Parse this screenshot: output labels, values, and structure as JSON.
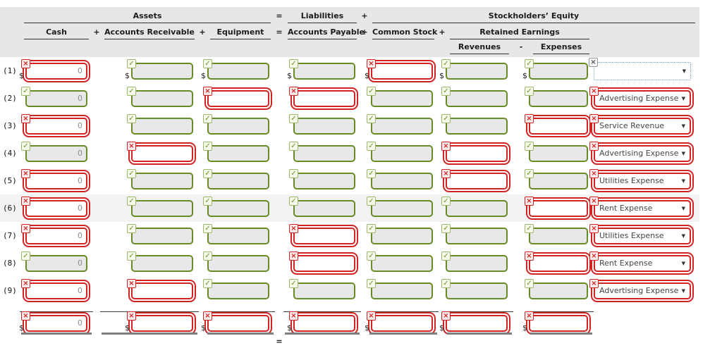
{
  "colors": {
    "incorrect_red": "#d32222",
    "correct_green": "#678c23",
    "disabled_fill": "#e8e8ea",
    "header_bg": "#e7e7e7",
    "row_stripe": "#f3f3f3",
    "total_rule": "#7f7f7f",
    "empty_select_blue": "#6b9fd4"
  },
  "icons": {
    "check": "✓",
    "x": "×",
    "caret": "▼",
    "dollar": "$"
  },
  "header": {
    "assets": "Assets",
    "equals": "=",
    "liabilities": "Liabilities",
    "plus": "+",
    "minus": "-",
    "stockholders_equity": "Stockholders’ Equity",
    "cash": "Cash",
    "accounts_receivable": "Accounts Receivable",
    "equipment": "Equipment",
    "accounts_payable": "Accounts Payable",
    "common_stock": "Common Stock",
    "retained_earnings": "Retained Earnings",
    "revenues": "Revenues",
    "expenses": "Expenses"
  },
  "columns": [
    "cash",
    "accounts-receivable",
    "equipment",
    "accounts-payable",
    "common-stock",
    "revenues",
    "expenses"
  ],
  "rows": [
    {
      "label": "(1)",
      "dollar": true,
      "striped": false,
      "cells": [
        {
          "status": "incorrect",
          "value": "0"
        },
        {
          "status": "correct",
          "value": ""
        },
        {
          "status": "correct",
          "value": ""
        },
        {
          "status": "correct",
          "value": ""
        },
        {
          "status": "incorrect",
          "value": ""
        },
        {
          "status": "correct",
          "value": ""
        },
        {
          "status": "correct",
          "value": ""
        }
      ],
      "dropdown": {
        "status": "empty",
        "value": ""
      }
    },
    {
      "label": "(2)",
      "dollar": false,
      "striped": false,
      "cells": [
        {
          "status": "correct",
          "value": "0"
        },
        {
          "status": "correct",
          "value": ""
        },
        {
          "status": "incorrect",
          "value": ""
        },
        {
          "status": "incorrect",
          "value": ""
        },
        {
          "status": "correct",
          "value": ""
        },
        {
          "status": "correct",
          "value": ""
        },
        {
          "status": "correct",
          "value": ""
        }
      ],
      "dropdown": {
        "status": "incorrect",
        "value": "Advertising Expense"
      }
    },
    {
      "label": "(3)",
      "dollar": false,
      "striped": false,
      "cells": [
        {
          "status": "incorrect",
          "value": "0"
        },
        {
          "status": "correct",
          "value": ""
        },
        {
          "status": "correct",
          "value": ""
        },
        {
          "status": "correct",
          "value": ""
        },
        {
          "status": "correct",
          "value": ""
        },
        {
          "status": "correct",
          "value": ""
        },
        {
          "status": "incorrect",
          "value": ""
        }
      ],
      "dropdown": {
        "status": "incorrect",
        "value": "Service Revenue"
      }
    },
    {
      "label": "(4)",
      "dollar": false,
      "striped": false,
      "cells": [
        {
          "status": "correct",
          "value": "0"
        },
        {
          "status": "incorrect",
          "value": ""
        },
        {
          "status": "correct",
          "value": ""
        },
        {
          "status": "correct",
          "value": ""
        },
        {
          "status": "correct",
          "value": ""
        },
        {
          "status": "incorrect",
          "value": ""
        },
        {
          "status": "correct",
          "value": ""
        }
      ],
      "dropdown": {
        "status": "incorrect",
        "value": "Advertising Expense"
      }
    },
    {
      "label": "(5)",
      "dollar": false,
      "striped": false,
      "cells": [
        {
          "status": "incorrect",
          "value": "0"
        },
        {
          "status": "correct",
          "value": ""
        },
        {
          "status": "correct",
          "value": ""
        },
        {
          "status": "correct",
          "value": ""
        },
        {
          "status": "correct",
          "value": ""
        },
        {
          "status": "incorrect",
          "value": ""
        },
        {
          "status": "correct",
          "value": ""
        }
      ],
      "dropdown": {
        "status": "incorrect",
        "value": "Utilities Expense"
      }
    },
    {
      "label": "(6)",
      "dollar": false,
      "striped": true,
      "cells": [
        {
          "status": "incorrect",
          "value": "0"
        },
        {
          "status": "correct",
          "value": ""
        },
        {
          "status": "correct",
          "value": ""
        },
        {
          "status": "correct",
          "value": ""
        },
        {
          "status": "correct",
          "value": ""
        },
        {
          "status": "correct",
          "value": ""
        },
        {
          "status": "incorrect",
          "value": ""
        }
      ],
      "dropdown": {
        "status": "incorrect",
        "value": "Rent Expense"
      }
    },
    {
      "label": "(7)",
      "dollar": false,
      "striped": false,
      "cells": [
        {
          "status": "incorrect",
          "value": "0"
        },
        {
          "status": "correct",
          "value": ""
        },
        {
          "status": "correct",
          "value": ""
        },
        {
          "status": "incorrect",
          "value": ""
        },
        {
          "status": "correct",
          "value": ""
        },
        {
          "status": "correct",
          "value": ""
        },
        {
          "status": "correct",
          "value": ""
        }
      ],
      "dropdown": {
        "status": "incorrect",
        "value": "Utilities Expense"
      }
    },
    {
      "label": "(8)",
      "dollar": false,
      "striped": false,
      "cells": [
        {
          "status": "correct",
          "value": "0"
        },
        {
          "status": "correct",
          "value": ""
        },
        {
          "status": "correct",
          "value": ""
        },
        {
          "status": "incorrect",
          "value": ""
        },
        {
          "status": "correct",
          "value": ""
        },
        {
          "status": "correct",
          "value": ""
        },
        {
          "status": "incorrect",
          "value": ""
        }
      ],
      "dropdown": {
        "status": "incorrect",
        "value": "Rent Expense"
      }
    },
    {
      "label": "(9)",
      "dollar": false,
      "striped": false,
      "cells": [
        {
          "status": "incorrect",
          "value": "0"
        },
        {
          "status": "incorrect",
          "value": ""
        },
        {
          "status": "correct",
          "value": ""
        },
        {
          "status": "correct",
          "value": ""
        },
        {
          "status": "correct",
          "value": ""
        },
        {
          "status": "correct",
          "value": ""
        },
        {
          "status": "correct",
          "value": ""
        }
      ],
      "dropdown": {
        "status": "incorrect",
        "value": "Advertising Expense"
      }
    }
  ],
  "total": {
    "equals": "=",
    "dollar": true,
    "cells": [
      {
        "status": "incorrect",
        "value": "0"
      },
      {
        "status": "incorrect",
        "value": ""
      },
      {
        "status": "incorrect",
        "value": ""
      },
      {
        "status": "incorrect",
        "value": ""
      },
      {
        "status": "incorrect",
        "value": ""
      },
      {
        "status": "incorrect",
        "value": ""
      },
      {
        "status": "incorrect",
        "value": ""
      }
    ]
  }
}
